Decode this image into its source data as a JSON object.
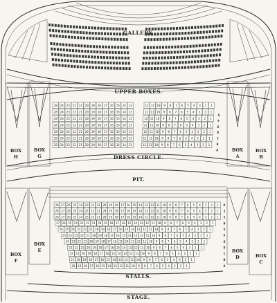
{
  "labels": {
    "gallery": "GALLERY.",
    "upper_boxes": "UPPER BOXES.",
    "dress_circle": "DRESS CIRCLE.",
    "pit": "PIT.",
    "stalls": "STALLS.",
    "stage": "STAGE."
  },
  "boxes": {
    "h": [
      "BOX",
      "H"
    ],
    "g": [
      "BOX",
      "G"
    ],
    "a": [
      "BOX",
      "A"
    ],
    "b": [
      "BOX",
      "B"
    ],
    "f": [
      "BOX",
      "F"
    ],
    "e": [
      "BOX",
      "E"
    ],
    "d": [
      "BOX",
      "D"
    ],
    "c": [
      "BOX",
      "C"
    ]
  },
  "dress_circle": {
    "left_numbers": [
      "28",
      "24",
      "23",
      "22",
      "21",
      "20",
      "19",
      "18",
      "17",
      "16",
      "15",
      "14",
      "13"
    ],
    "right_numbers": [
      "12",
      "11",
      "10",
      "9",
      "8",
      "7",
      "6",
      "5",
      "4",
      "3",
      "2",
      "1"
    ],
    "row_letters": [
      "G",
      "F",
      "E",
      "D",
      "C",
      "B",
      "A"
    ]
  },
  "stalls": {
    "row_numbers": [
      "28",
      "27",
      "26",
      "25",
      "24",
      "23",
      "22",
      "21",
      "20",
      "19",
      "18",
      "17",
      "16",
      "15",
      "14",
      "13",
      "12",
      "11",
      "10",
      "9",
      "8",
      "7",
      "6",
      "5",
      "4",
      "3",
      "2",
      "1"
    ],
    "row_letters": [
      "K",
      "J",
      "I",
      "H",
      "G",
      "F",
      "E",
      "D",
      "C",
      "B",
      "A"
    ]
  }
}
